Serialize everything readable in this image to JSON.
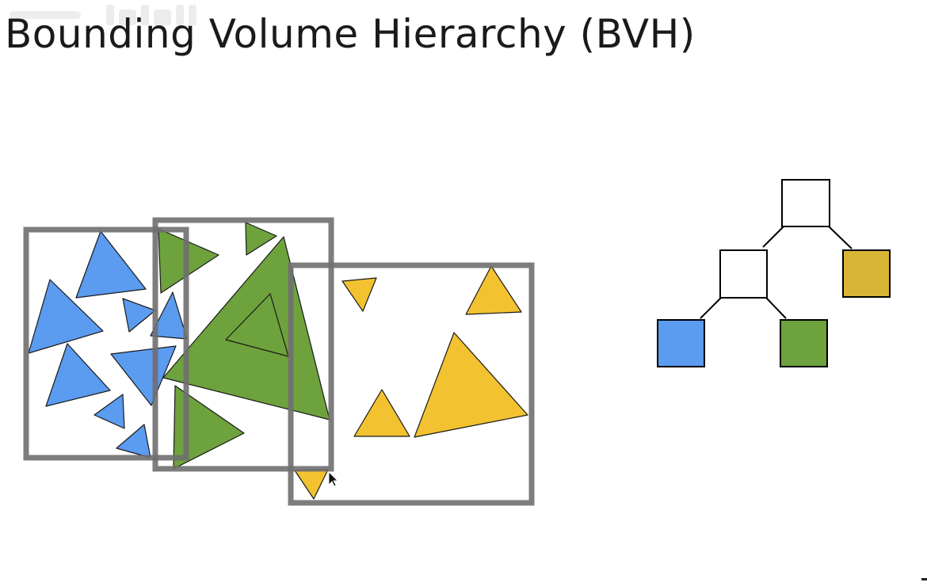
{
  "slide": {
    "title": "Bounding Volume Hierarchy (BVH)"
  },
  "colors": {
    "blue": "#5b9bf0",
    "green": "#6ea23c",
    "yellow": "#f2c230",
    "yellow_node": "#d8b535",
    "box_outline": "#6f6f6f",
    "tree_outline": "#000000"
  },
  "icons": {
    "cursor": "mouse-cursor-icon",
    "watermark": "bilibili-watermark"
  },
  "tree": {
    "nodes": [
      {
        "id": "root",
        "fill": "white"
      },
      {
        "id": "inner",
        "fill": "white"
      },
      {
        "id": "leaf-yellow",
        "fill": "yellow"
      },
      {
        "id": "leaf-blue",
        "fill": "blue"
      },
      {
        "id": "leaf-green",
        "fill": "green"
      }
    ],
    "edges": [
      [
        "root",
        "inner"
      ],
      [
        "root",
        "leaf-yellow"
      ],
      [
        "inner",
        "leaf-blue"
      ],
      [
        "inner",
        "leaf-green"
      ]
    ]
  }
}
